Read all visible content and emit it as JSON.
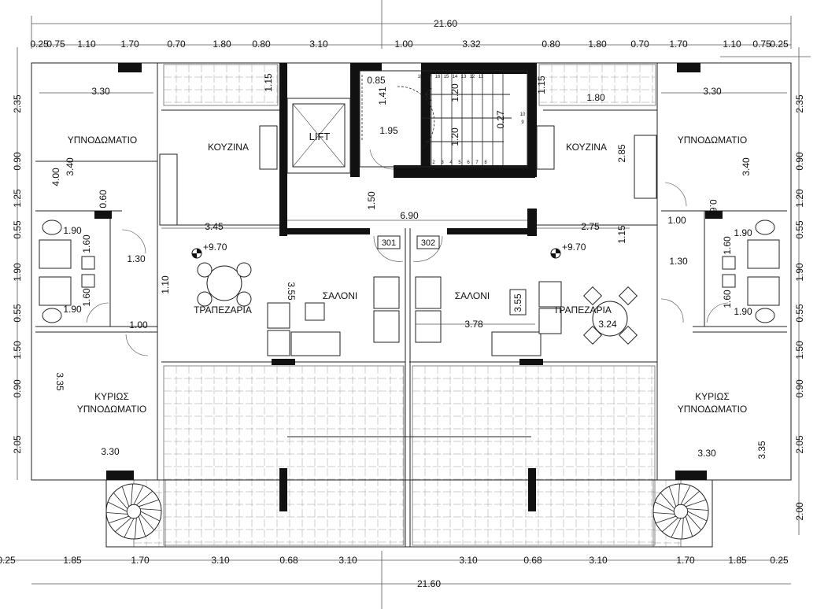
{
  "top_dims": {
    "total": "21.60",
    "segments": [
      "0.25",
      "0.75",
      "1.10",
      "1.70",
      "0.70",
      "1.80",
      "0.80",
      "3.10",
      "1.00",
      "3.32",
      "0.80",
      "1.80",
      "0.70",
      "1.70",
      "1.10",
      "0.75",
      "0.25"
    ]
  },
  "bottom_dims": {
    "total": "21.60",
    "segments": [
      "0.25",
      "1.85",
      "1.70",
      "3.10",
      "0.68",
      "3.10",
      "3.10",
      "0.68",
      "3.10",
      "1.70",
      "1.85",
      "0.25"
    ]
  },
  "left_dims": [
    "2.35",
    "0.90",
    "1.25",
    "0.55",
    "1.90",
    "0.55",
    "1.50",
    "0.90",
    "2.05"
  ],
  "right_dims": [
    "2.35",
    "0.90",
    "1.20",
    "0.55",
    "1.90",
    "0.55",
    "1.50",
    "0.90",
    "2.05",
    "2.00"
  ],
  "rooms": {
    "bedroom": "ΥΠΝΟΔΩΜΑΤΙΟ",
    "kitchen": "ΚΟΥΖΙΝΑ",
    "lift": "LIFT",
    "living": "ΣΑΛΟΝΙ",
    "dining": "ΤΡΑΠΕΖΑΡΙΑ",
    "master_line1": "ΚΥΡΙΩΣ",
    "master_line2": "ΥΠΝΟΔΩΜΑΤΙΟ"
  },
  "apartments": [
    "301",
    "302"
  ],
  "levels": [
    "+9.70",
    "+9.70"
  ],
  "inner_dims": {
    "left": [
      "3.30",
      "4.00",
      "3.40",
      "0.60",
      "1.90",
      "1.60",
      "1.60",
      "1.90",
      "1.30",
      "1.00",
      "3.35",
      "3.30",
      "3.45",
      "1.10",
      "3.55",
      "1.15"
    ],
    "stair": [
      "0.85",
      "1.41",
      "1.95",
      "1.20",
      "1.20",
      "0.27",
      "1.50",
      "6.90"
    ],
    "right": [
      "3.30",
      "1.80",
      "1.15",
      "2.85",
      "3.40",
      "0.60",
      "1.00",
      "2.75",
      "1.15",
      "1.90",
      "1.60",
      "1.30",
      "1.60",
      "1.90",
      "3.55",
      "3.78",
      "3.24",
      "3.30",
      "3.35"
    ]
  },
  "stair_numbers": {
    "top": [
      "18",
      "17",
      "16",
      "15",
      "14",
      "13",
      "12",
      "11"
    ],
    "bottom": [
      "1",
      "2",
      "3",
      "4",
      "5",
      "6",
      "7",
      "8"
    ],
    "side": [
      "10",
      "9"
    ]
  }
}
